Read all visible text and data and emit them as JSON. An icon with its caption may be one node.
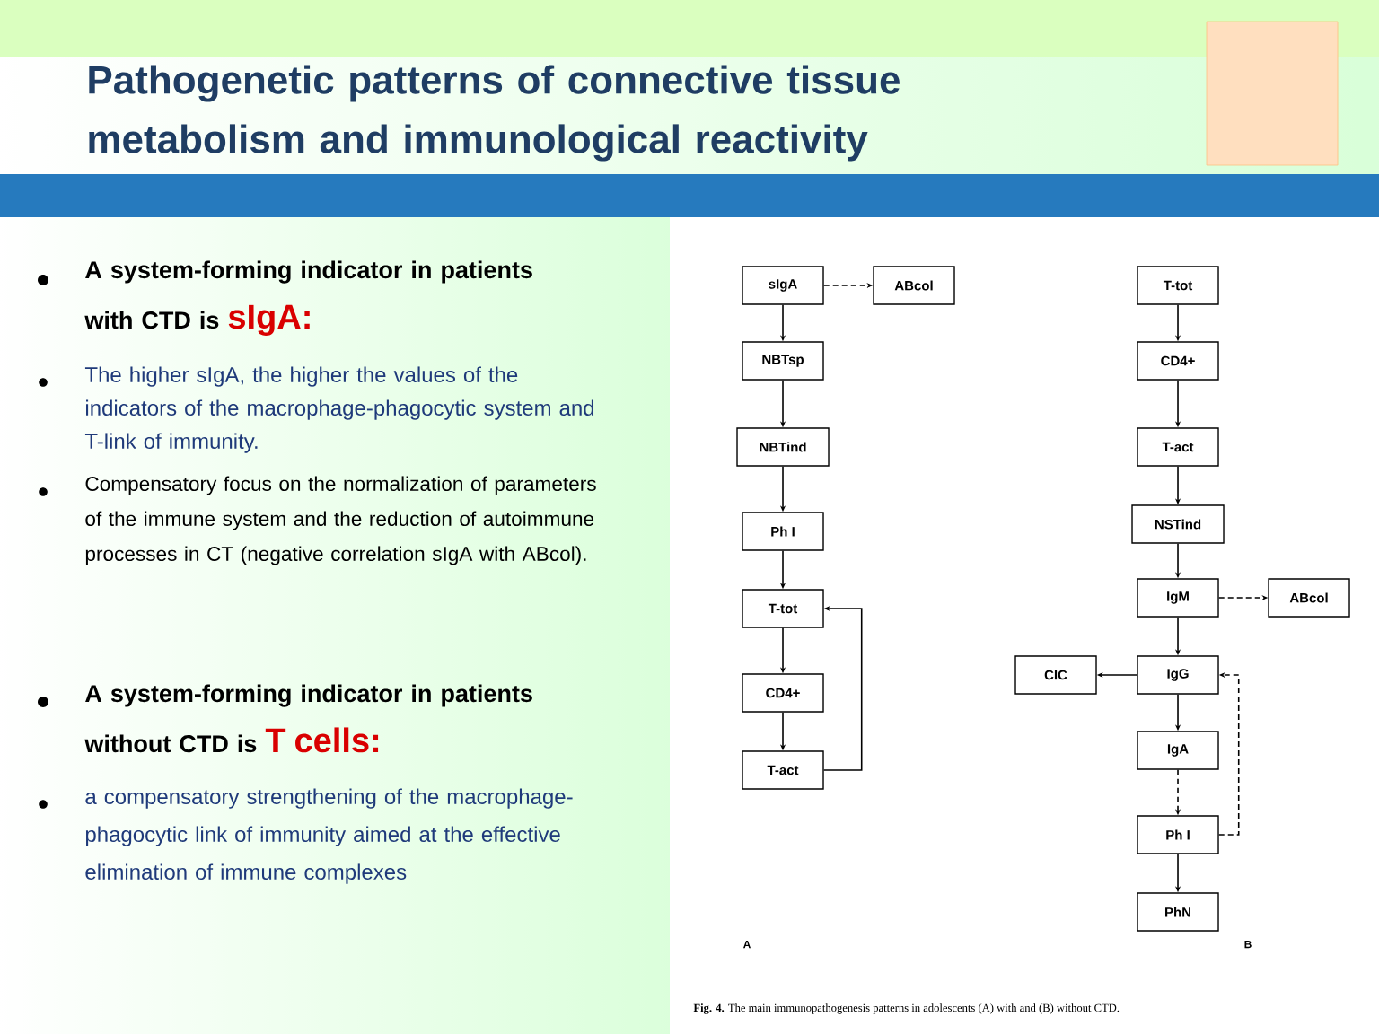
{
  "diagram": {
    "title": "Pathogenetic patterns of connective tissue metabolism and immunological reactivity",
    "caption": "**Fig. 4.** The main immunopathogenesis patterns in adolescents (A) with and (B) without CTD.",
    "nodes": [
      {
        "text": [
          "sIgA"
        ]
      },
      {
        "text": [
          "ABcol"
        ]
      },
      {
        "text": [
          "NBTsp"
        ]
      },
      {
        "text": [
          "NBTind"
        ]
      },
      {
        "text": [
          "Ph I"
        ]
      },
      {
        "text": [
          "T-tot"
        ]
      },
      {
        "text": [
          "CD4+"
        ]
      },
      {
        "text": [
          "T-act"
        ]
      },
      {
        "text": [
          "T-tot"
        ]
      },
      {
        "text": [
          "CD4+"
        ]
      },
      {
        "text": [
          "T-act"
        ]
      },
      {
        "text": [
          "NSTind"
        ]
      },
      {
        "text": [
          "IgM"
        ]
      },
      {
        "text": [
          "ABcol"
        ]
      },
      {
        "text": [
          "CIC"
        ]
      },
      {
        "text": [
          "IgG"
        ]
      },
      {
        "text": [
          "IgA"
        ]
      },
      {
        "text": [
          "Ph I"
        ]
      },
      {
        "text": [
          "PhN"
        ]
      }
    ],
    "edges": [
      {
        "from": 0,
        "to": 1,
        "arrow": "to",
        "style": "dashed"
      },
      {
        "from": 0,
        "to": 2,
        "arrow": "to"
      },
      {
        "from": 2,
        "to": 3,
        "arrow": "to"
      },
      {
        "from": 3,
        "to": 4,
        "arrow": "to"
      },
      {
        "from": 4,
        "to": 5,
        "arrow": "to"
      },
      {
        "from": 5,
        "to": 6,
        "arrow": "to"
      },
      {
        "from": 6,
        "to": 7,
        "arrow": "to"
      },
      {
        "from": 7,
        "to": 5,
        "arrow": "to"
      },
      {
        "from": 8,
        "to": 9,
        "arrow": "to"
      },
      {
        "from": 9,
        "to": 10,
        "arrow": "to"
      },
      {
        "from": 10,
        "to": 11,
        "arrow": "to"
      },
      {
        "from": 11,
        "to": 12,
        "arrow": "to"
      },
      {
        "from": 12,
        "to": 13,
        "arrow": "to",
        "style": "dashed"
      },
      {
        "from": 12,
        "to": 15,
        "arrow": "to"
      },
      {
        "from": 15,
        "to": 14,
        "arrow": "to"
      },
      {
        "from": 15,
        "to": 16,
        "arrow": "to"
      },
      {
        "from": 16,
        "to": 17,
        "arrow": "to",
        "style": "dashed"
      },
      {
        "from": 17,
        "to": 15,
        "arrow": "to",
        "style": "dashed"
      },
      {
        "from": 17,
        "to": 18,
        "arrow": "to"
      }
    ],
    "labels": [
      "A system-forming indicator in patients with CTD is",
      "sIgA:",
      "The higher sIgA, the higher the values of the indicators of the macrophage-phagocytic system and T-link of immunity.",
      "Compensatory focus on the normalization of parameters of the immune system and the reduction of autoimmune processes in CT (negative correlation sIgA with ABcol).",
      "A system-forming indicator in patients without CTD is",
      "T cells:",
      "a compensatory strengthening of the macrophage-phagocytic link of immunity aimed at the effective elimination of immune complexes",
      "A",
      "B"
    ]
  }
}
